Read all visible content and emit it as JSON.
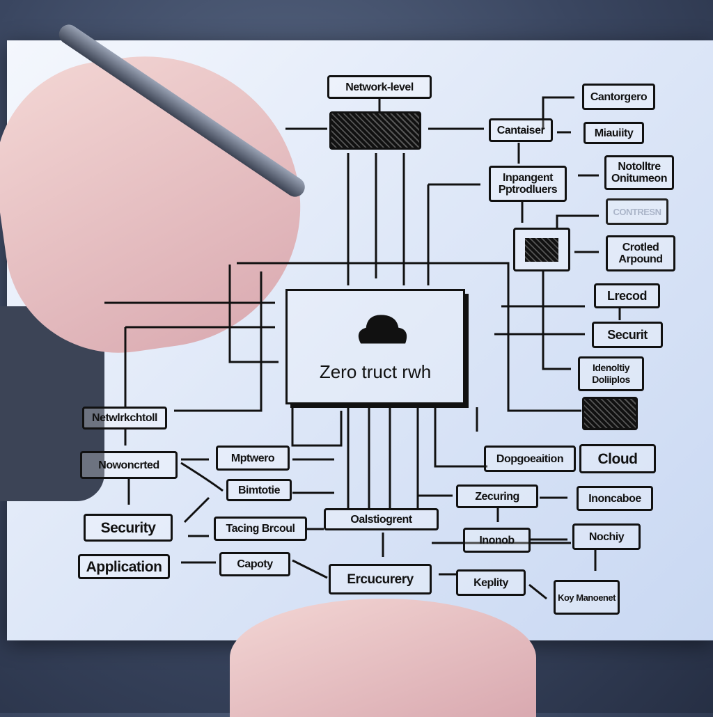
{
  "diagram": {
    "main": {
      "label": "Zero truct rwh",
      "icon": "cloud-icon"
    },
    "nodes": [
      {
        "id": "network-level",
        "label": "Network-level"
      },
      {
        "id": "cantorgero",
        "label": "Cantorgero"
      },
      {
        "id": "cantaiser",
        "label": "Cantaiser"
      },
      {
        "id": "miauiity",
        "label": "Miauiity"
      },
      {
        "id": "inpangent",
        "label": "Inpangent Pptrodluers"
      },
      {
        "id": "notolltre",
        "label": "Notolltre Onitumeon"
      },
      {
        "id": "faded",
        "label": "CONTRESN"
      },
      {
        "id": "crotled",
        "label": "Crotled Arpound"
      },
      {
        "id": "lrecod",
        "label": "Lrecod"
      },
      {
        "id": "securit",
        "label": "Securit"
      },
      {
        "id": "identity",
        "label": "Idenoltiy Doliiplos"
      },
      {
        "id": "cloud",
        "label": "Cloud"
      },
      {
        "id": "dopgoeaition",
        "label": "Dopgoeaition"
      },
      {
        "id": "netwlrk",
        "label": "Netwlrkchtoll"
      },
      {
        "id": "nowoncrted",
        "label": "Nowoncrted"
      },
      {
        "id": "security",
        "label": "Security"
      },
      {
        "id": "application",
        "label": "Application"
      },
      {
        "id": "mptwero",
        "label": "Mptwero"
      },
      {
        "id": "bimtotie",
        "label": "Bimtotie"
      },
      {
        "id": "tacing",
        "label": "Tacing Brcoul"
      },
      {
        "id": "capoty",
        "label": "Capoty"
      },
      {
        "id": "oalstiogrent",
        "label": "Oalstiogrent"
      },
      {
        "id": "ercucurery",
        "label": "Ercucurery"
      },
      {
        "id": "zecuring",
        "label": "Zecuring"
      },
      {
        "id": "inoncaboe",
        "label": "Inoncaboe"
      },
      {
        "id": "inonob",
        "label": "Inonob"
      },
      {
        "id": "nochiy",
        "label": "Nochiy"
      },
      {
        "id": "keplity",
        "label": "Keplity"
      },
      {
        "id": "key-management",
        "label": "Koy Manoenet"
      }
    ]
  },
  "colors": {
    "ink": "#111111",
    "board": "#e6edf9",
    "background": "#3a4660"
  }
}
